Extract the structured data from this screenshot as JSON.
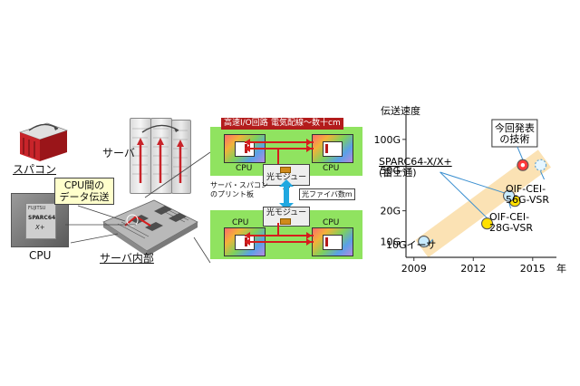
{
  "left": {
    "supercomputer_label": "スパコン",
    "server_label": "サーバ",
    "cpu_label": "CPU",
    "server_internal_label": "サーバ内部",
    "callout_line1": "CPU間の",
    "callout_line2": "データ伝送",
    "cpu_chip_brand": "SPARC64",
    "cpu_chip_model": "X+",
    "cpu_chip_maker": "FUJITSU"
  },
  "middle": {
    "highspeed_io_label": "高速I/O回路",
    "wiring_label": "電気配線〜数十cm",
    "cpu_label": "CPU",
    "optical_module_label": "光モジュール",
    "board_label_line1": "サーバ・スパコン",
    "board_label_line2": "のプリント板",
    "fiber_label": "光ファイバ数m"
  },
  "chart_data": {
    "type": "scatter",
    "title": "",
    "ylabel": "伝送速度",
    "xlabel": "年",
    "x_ticks": [
      "2009",
      "2012",
      "2015"
    ],
    "y_ticks": [
      "10G",
      "20G",
      "50G",
      "100G"
    ],
    "y_scale": "log",
    "points": [
      {
        "name": "10Gイーサ",
        "year": 2009.5,
        "speed_g": 10,
        "color": "#c9ecff",
        "style": "solid"
      },
      {
        "name": "SPARC64-X/X+ (富士通)",
        "year": 2012.7,
        "speed_g": 15,
        "color": "#ffe000",
        "style": "solid"
      },
      {
        "name": "SPARC64-X/X+ (富士通)",
        "year": 2014.1,
        "speed_g": 25,
        "color": "#ffe000",
        "style": "solid"
      },
      {
        "name": "OIF-CEI-28G-VSR",
        "year": 2013.8,
        "speed_g": 28,
        "color": "#c9ecff",
        "style": "solid"
      },
      {
        "name": "今回発表の技術",
        "year": 2014.5,
        "speed_g": 56,
        "color": "#ff3b3b",
        "style": "solid"
      },
      {
        "name": "OIF-CEI-56G-VSR",
        "year": 2015.4,
        "speed_g": 56,
        "color": "#e6f6ff",
        "style": "dashed"
      }
    ],
    "labels": {
      "highlight_line1": "今回発表",
      "highlight_line2": "の技術",
      "sparc_line1": "SPARC64-X/X+",
      "sparc_line2": "(富士通)",
      "oif56_line1": "OIF-CEI-",
      "oif56_line2": "56G-VSR",
      "oif28_line1": "OIF-CEI-",
      "oif28_line2": "28G-VSR",
      "eth": "10Gイーサ"
    }
  }
}
